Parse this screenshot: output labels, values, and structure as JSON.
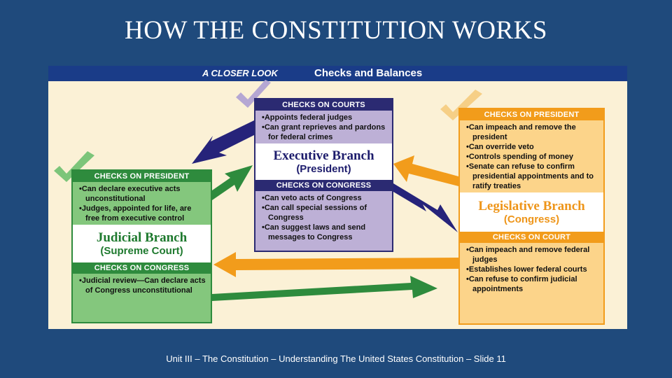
{
  "slide": {
    "title": "HOW THE CONSTITUTION WORKS",
    "footer": "Unit III – The Constitution – Understanding The United States Constitution – Slide 11"
  },
  "figure": {
    "kicker": "A CLOSER LOOK",
    "topic": "Checks and Balances",
    "executive": {
      "top_heading": "CHECKS ON COURTS",
      "top_items": [
        "Appoints federal judges",
        "Can grant reprieves and pardons for federal crimes"
      ],
      "name": "Executive Branch",
      "subname": "(President)",
      "bottom_heading": "CHECKS ON CONGRESS",
      "bottom_items": [
        "Can veto acts of Congress",
        "Can call special sessions of Congress",
        "Can suggest laws and send messages to Congress"
      ]
    },
    "legislative": {
      "top_heading": "CHECKS ON PRESIDENT",
      "top_items": [
        "Can impeach and remove the president",
        "Can override veto",
        "Controls spending of money",
        "Senate can refuse to confirm presidential appointments and to ratify treaties"
      ],
      "name": "Legislative Branch",
      "subname": "(Congress)",
      "bottom_heading": "CHECKS ON COURT",
      "bottom_items": [
        "Can impeach and remove federal judges",
        "Establishes lower federal courts",
        "Can refuse to confirm judicial appointments"
      ]
    },
    "judicial": {
      "top_heading": "CHECKS ON PRESIDENT",
      "top_items": [
        "Can declare executive acts unconstitutional",
        "Judges, appointed for life, are free from executive control"
      ],
      "name": "Judicial Branch",
      "subname": "(Supreme Court)",
      "bottom_heading": "CHECKS ON CONGRESS",
      "bottom_items": [
        "Judicial review—Can declare acts of Congress unconstitutional"
      ]
    },
    "colors": {
      "background": "#1f4a7c",
      "executive": "#2b2a72",
      "legislative": "#f29c1b",
      "judicial": "#2e8b3d"
    }
  }
}
